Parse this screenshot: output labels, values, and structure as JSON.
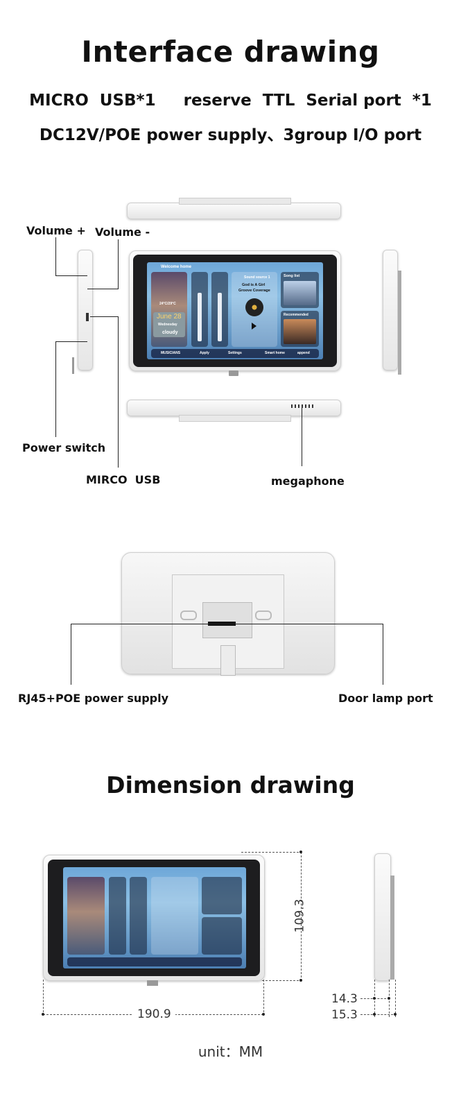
{
  "header": {
    "title": "Interface drawing",
    "subtitle_line1": "MICRO  USB*1     reserve  TTL  Serial port  *1",
    "subtitle_line2": "DC12V/POE power supply、3group I/O  port"
  },
  "callouts": {
    "volume_up": "Volume +",
    "volume_down": "Volume -",
    "power_switch": "Power switch",
    "micro_usb": "MIRCO  USB",
    "megaphone": "megaphone",
    "rj45": "RJ45+POE power supply",
    "door_lamp": "Door lamp port"
  },
  "screen_ui": {
    "welcome": "Welcome home",
    "temperature": "24°C/29°C",
    "date": "June 28",
    "weekday": "Wednesday",
    "weather": "cloudy",
    "sound_source": "Sound source 1",
    "song_title": "God is A Girl",
    "song_artist": "Groove Coverage",
    "song_list": "Song list",
    "recommended": "Recommended",
    "nav": [
      "MUSICIANS",
      "Apply",
      "Settings",
      "Smart home",
      "append"
    ]
  },
  "dimension": {
    "title": "Dimension drawing",
    "height": "109.3",
    "width": "190.9",
    "depth1": "14.3",
    "depth2": "15.3",
    "unit": "unit：MM"
  }
}
